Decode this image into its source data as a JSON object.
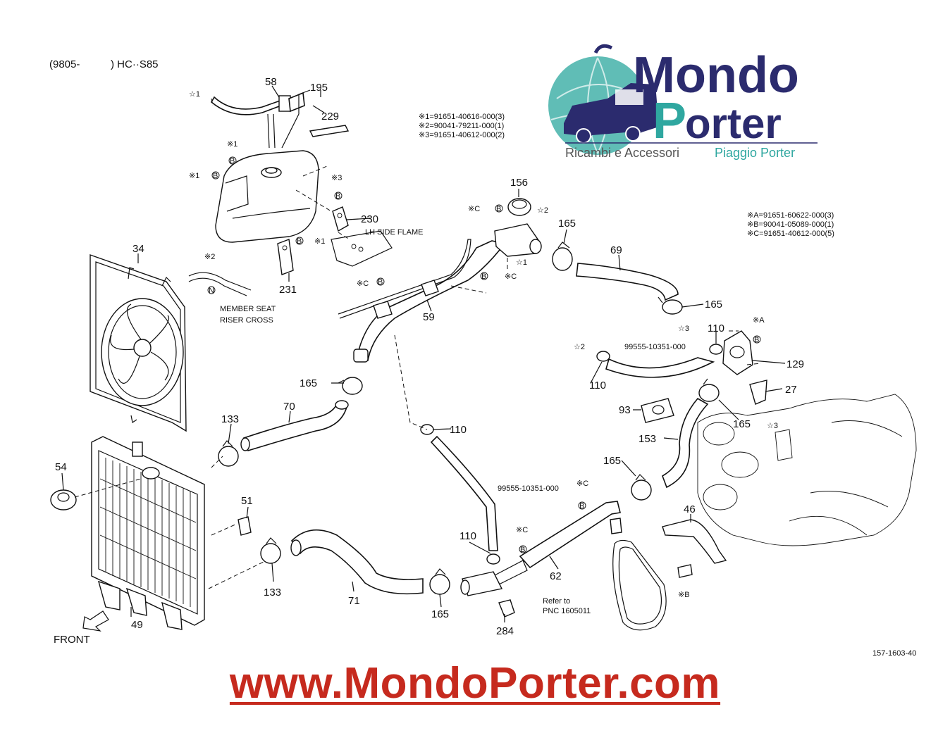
{
  "header": {
    "prefix": "(9805-",
    "model": ") HC··S85"
  },
  "logo": {
    "word1": "Mondo",
    "word2_initial": "P",
    "word2_rest": "orter",
    "tag1": "Ricambi e Accessori",
    "tag2": "Piaggio Porter",
    "colors": {
      "navy": "#2b2b6e",
      "teal": "#2fa7a0",
      "globe": "#4fb6ae"
    }
  },
  "notes_top": [
    "※1=91651-40616-000(3)",
    "※2=90041-79211-000(1)",
    "※3=91651-40612-000(2)"
  ],
  "notes_right": [
    "※A=91651-60622-000(3)",
    "※B=90041-05089-000(1)",
    "※C=91651-40612-000(5)"
  ],
  "labels": {
    "p58": "58",
    "p195": "195",
    "p229": "229",
    "p230": "230",
    "p231": "231",
    "p34": "34",
    "p156": "156",
    "p165a": "165",
    "p69": "69",
    "p165b": "165",
    "p59": "59",
    "p165c": "165",
    "p70": "70",
    "p133a": "133",
    "p54": "54",
    "p51": "51",
    "p133b": "133",
    "p71": "71",
    "p165d": "165",
    "p110a": "110",
    "p284": "284",
    "p62": "62",
    "p110b": "110",
    "p110c": "110",
    "p110d": "110",
    "p129": "129",
    "p27": "27",
    "p93": "93",
    "p165e": "165",
    "p153": "153",
    "p165f": "165",
    "p46": "46",
    "p49": "49"
  },
  "markers": {
    "s1a": "☆1",
    "k1a": "※1",
    "k1b": "※1",
    "k1c": "※1",
    "k2": "※2",
    "k3a": "※3",
    "kCa": "※C",
    "s2a": "☆2",
    "s1b": "☆1",
    "kCb": "※C",
    "kCc": "※C",
    "s3a": "☆3",
    "kA": "※A",
    "s2b": "☆2",
    "s3b": "☆3",
    "kCd": "※C",
    "kCe": "※C",
    "kB": "※B"
  },
  "text_labels": {
    "lh_side": "LH SIDE FLAME",
    "member1": "MEMBER SEAT",
    "member2": "RISER CROSS",
    "hose_pn1": "99555-10351-000",
    "hose_pn2": "99555-10351-000",
    "refer1": "Refer to",
    "refer2": "PNC 1605011",
    "front": "FRONT",
    "figure_code": "157-1603-40"
  },
  "website": "www.MondoPorter.com"
}
